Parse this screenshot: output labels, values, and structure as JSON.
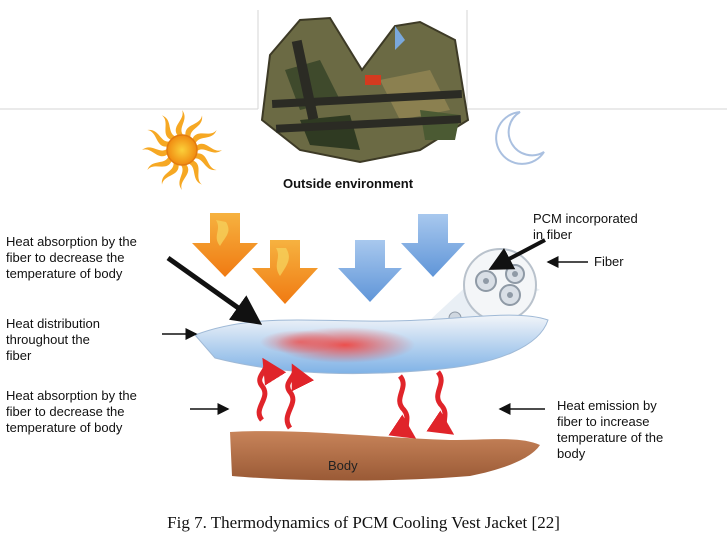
{
  "caption": "Fig 7. Thermodynamics of PCM Cooling Vest Jacket [22]",
  "outside_environment": "Outside environment",
  "labels": {
    "heat_absorption_top": [
      "Heat  absorption by the",
      "fiber to decrease the",
      "temperature of body"
    ],
    "heat_distribution": [
      "Heat distribution",
      "throughout the",
      "fiber"
    ],
    "heat_absorption_bottom": [
      "Heat  absorption by the",
      "fiber to decrease the",
      "temperature of body"
    ],
    "pcm_incorporated": [
      "PCM incorporated",
      "in fiber"
    ],
    "fiber": "Fiber",
    "heat_emission": [
      "Heat emission by",
      "fiber to increase",
      "temperature of the",
      "body"
    ],
    "body": "Body"
  },
  "icons": [
    "cooling-vest-image",
    "sun-icon",
    "moon-icon"
  ],
  "colors": {
    "hot": "#f08a1a",
    "cold": "#6fa6e0",
    "heat_wave": "#e0242a",
    "skin": "#b4714a"
  }
}
